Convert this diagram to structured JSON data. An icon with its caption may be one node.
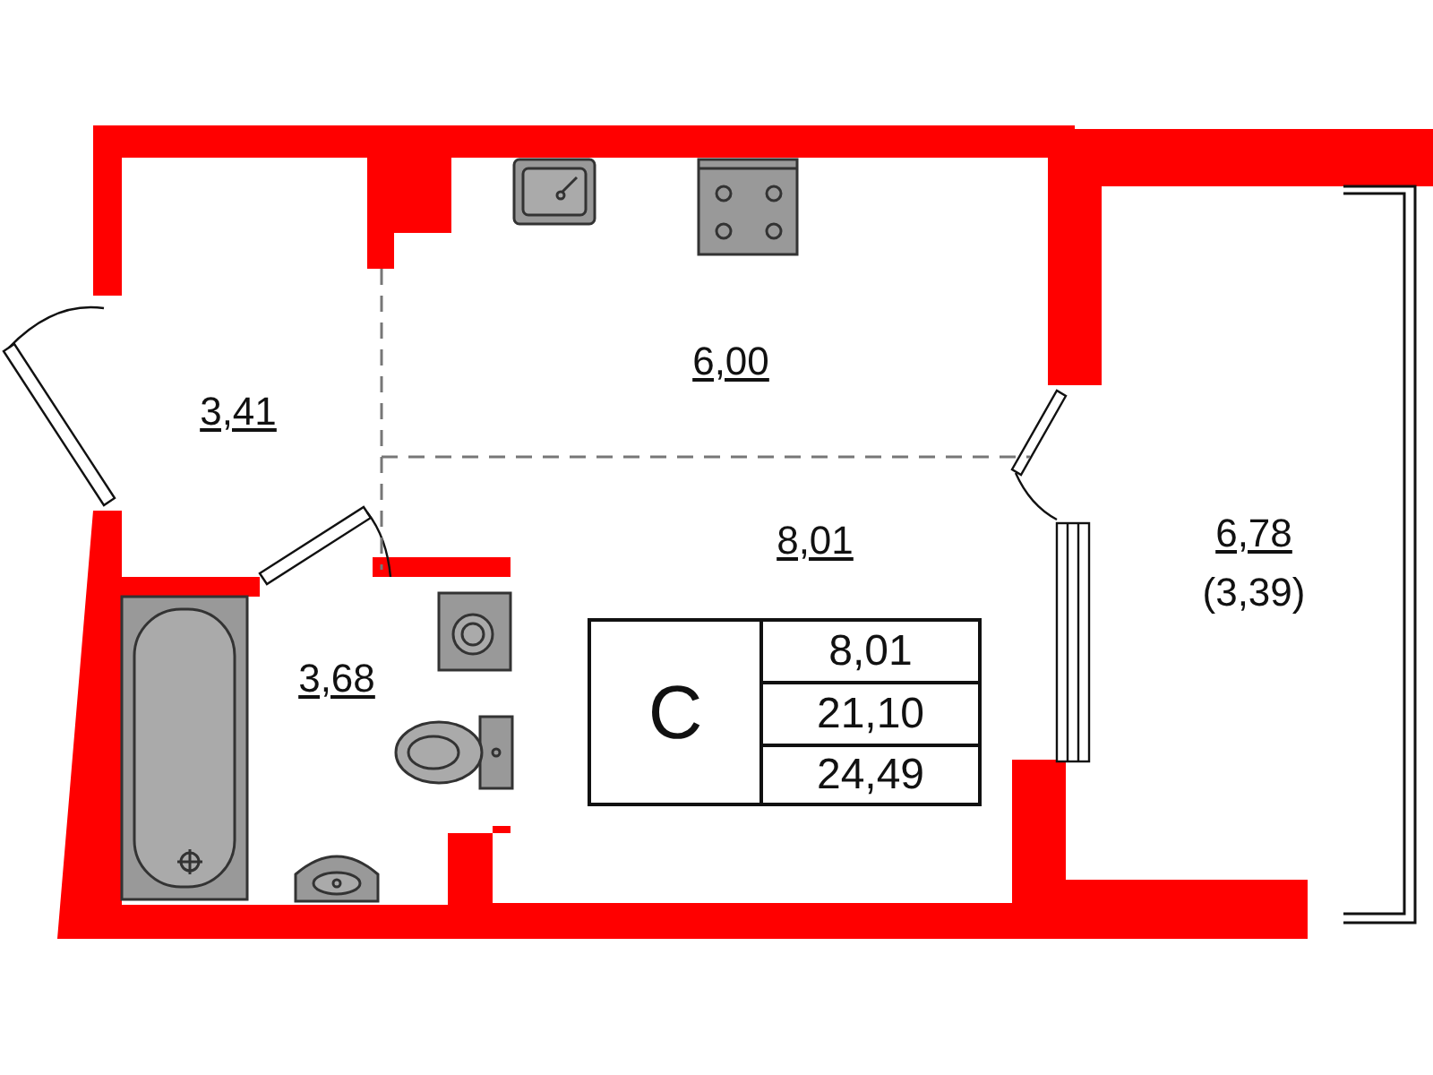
{
  "diagram": {
    "labels": [
      "6,00",
      "3,41",
      "8,01",
      "6,78",
      "(3,39)",
      "3,68",
      "С",
      "8,01",
      "21,10",
      "24,49"
    ]
  }
}
